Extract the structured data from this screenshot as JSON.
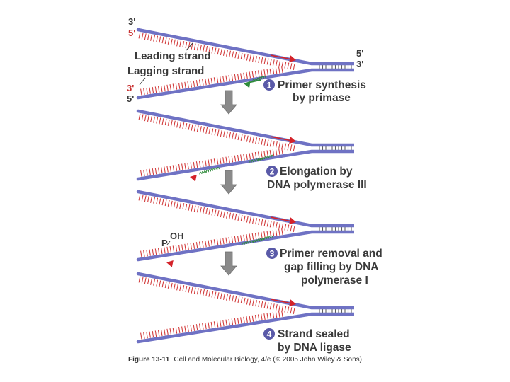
{
  "colors": {
    "backbone": "#6f72c4",
    "leading_rungs": "#d23c3c",
    "template_rungs": "#5f5f5f",
    "primer": "#2e8b3a",
    "red_arrow": "#d4232a",
    "green_arrow": "#2e8b3a",
    "flow_arrow": "#8a8a8a",
    "step_badge": "#5a5aa8"
  },
  "labels": {
    "top_3prime": "3'",
    "top_5prime": "5'",
    "right_5prime": "5'",
    "right_3prime": "3'",
    "left_3prime": "3'",
    "left_5prime": "5'",
    "leading_strand": "Leading strand",
    "lagging_strand": "Lagging strand",
    "p_label": "P",
    "oh_label": "OH"
  },
  "steps": [
    {
      "number": "1",
      "lines": [
        "Primer synthesis",
        "by primase"
      ]
    },
    {
      "number": "2",
      "lines": [
        "Elongation by",
        "DNA polymerase III"
      ]
    },
    {
      "number": "3",
      "lines": [
        "Primer removal and",
        "gap filling by DNA",
        "polymerase I"
      ]
    },
    {
      "number": "4",
      "lines": [
        "Strand sealed",
        "by DNA ligase"
      ]
    }
  ],
  "caption": {
    "figure": "Figure 13-11",
    "rest": "Cell and Molecular Biology, 4/e (© 2005 John Wiley & Sons)"
  }
}
